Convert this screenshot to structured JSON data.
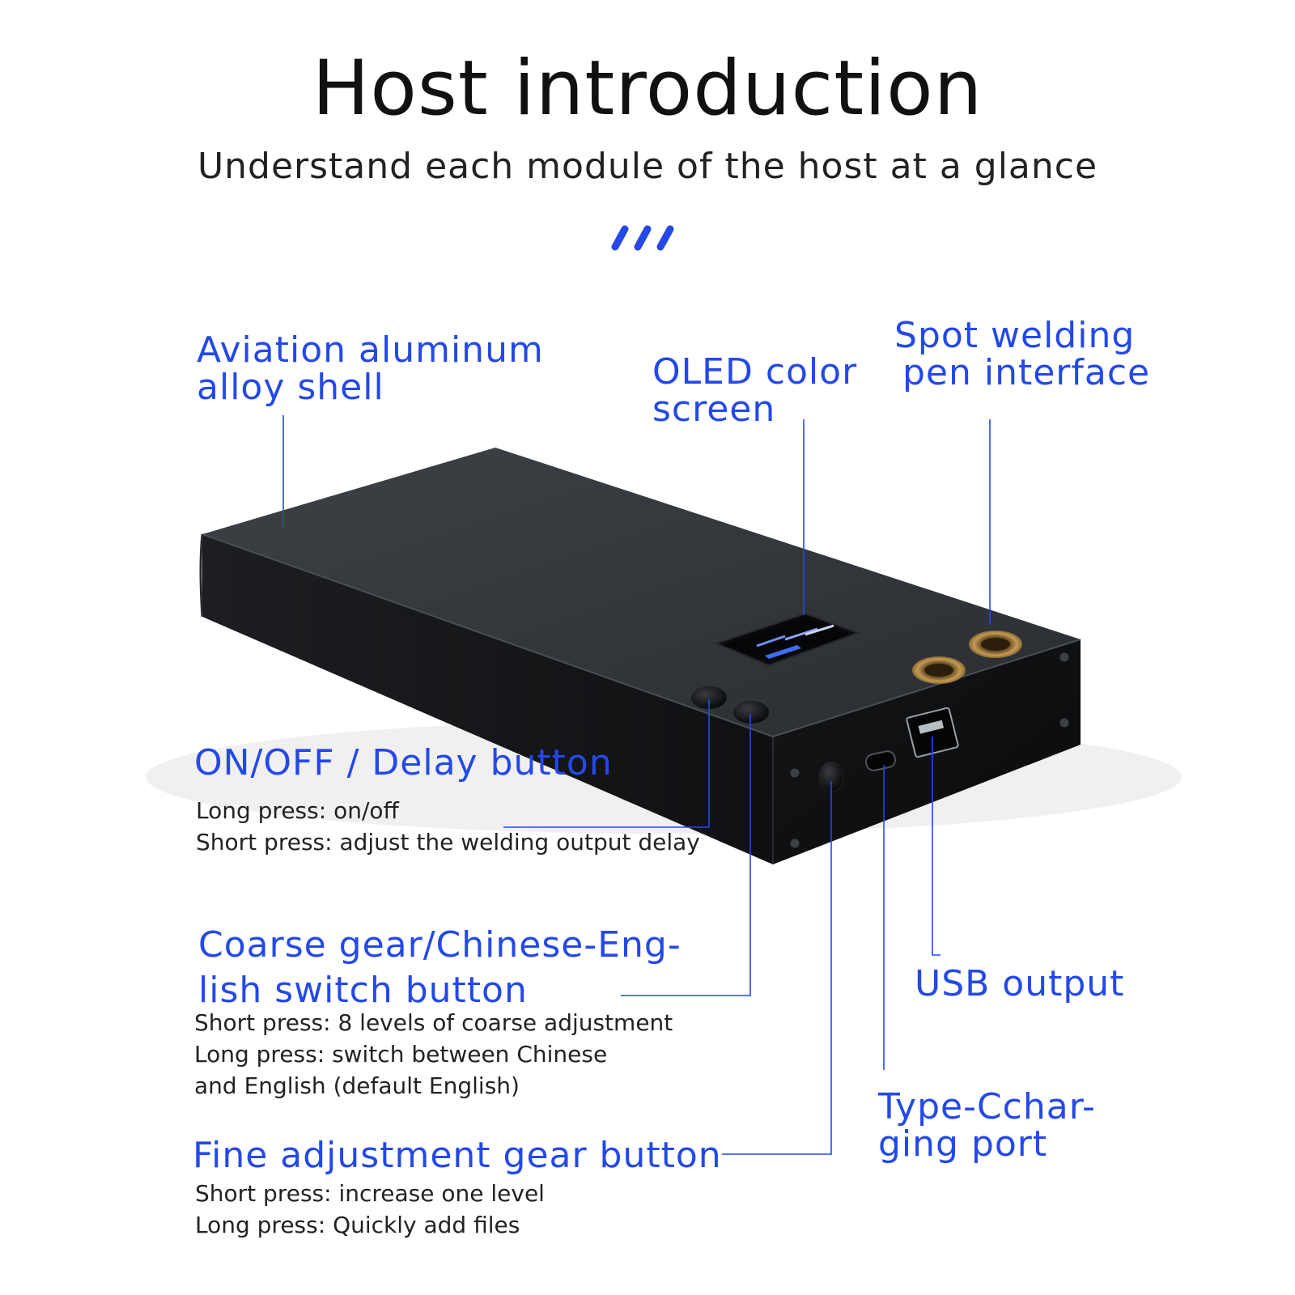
{
  "header": {
    "title": "Host introduction",
    "subtitle": "Understand each module of the host at a glance"
  },
  "accent_color": "#2449e8",
  "labels": {
    "shell": [
      "Aviation aluminum",
      "alloy shell"
    ],
    "oled": [
      "OLED color",
      "screen"
    ],
    "pen_interface": [
      "Spot welding",
      "pen interface"
    ],
    "onoff": "ON/OFF / Delay button",
    "coarse": [
      "Coarse gear/Chinese-Eng-",
      "lish switch button"
    ],
    "fine": "Fine adjustment gear button",
    "usb": "USB output",
    "typec": [
      "Type-Cchar-",
      "ging port"
    ]
  },
  "descriptions": {
    "onoff": [
      "Long press: on/off",
      "Short press: adjust the welding output delay"
    ],
    "coarse": [
      "Short press: 8 levels of coarse adjustment",
      "Long press: switch between Chinese",
      "and English (default English)"
    ],
    "fine": [
      "Short press: increase one level",
      "Long press: Quickly add files"
    ]
  }
}
